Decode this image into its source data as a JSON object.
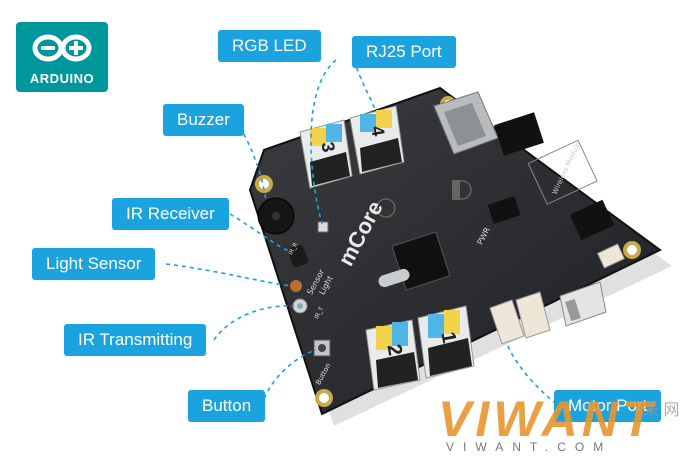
{
  "logo": {
    "text": "ARDUINO",
    "color": "#00979c"
  },
  "labels": {
    "rgb_led": "RGB LED",
    "rj25_port": "RJ25 Port",
    "buzzer": "Buzzer",
    "ir_receiver": "IR Receiver",
    "light_sensor": "Light Sensor",
    "ir_transmitting": "IR Transmitting",
    "button": "Button",
    "motor_port": "Motor Port"
  },
  "board": {
    "brand": "mCore",
    "ports": [
      "1",
      "2",
      "3",
      "4"
    ],
    "port_colors": [
      "#f3d24c",
      "#4fb6e6",
      "#f5f5f5"
    ],
    "silkscreen": {
      "pwr": "PWR",
      "light": "Light",
      "sensor": "Sensor",
      "button": "Button",
      "ir_r": "IR_R",
      "ir_t": "IR_T",
      "wireless": "Wireless Module"
    }
  },
  "watermark": {
    "big": "VIWANT",
    "small": "VIWANT.COM",
    "cn": "未 网"
  },
  "colors": {
    "label_bg": "#1ba3e0",
    "board": "#2b2d30",
    "leader": "#1ba3e0"
  }
}
